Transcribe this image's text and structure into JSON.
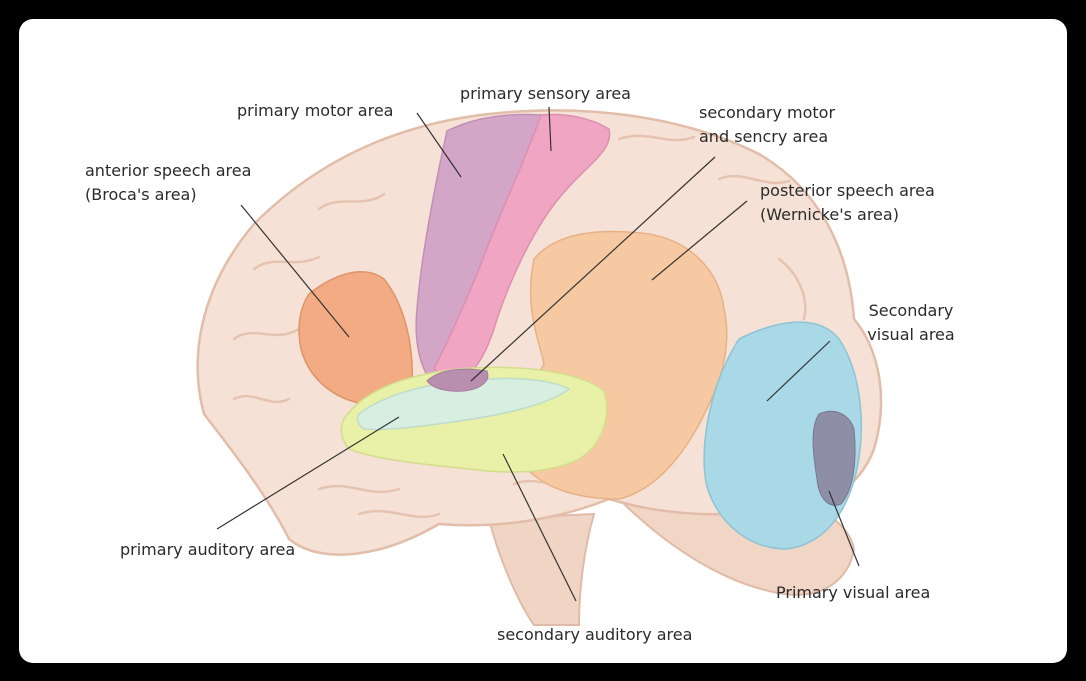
{
  "labels": {
    "primary_motor": "primary motor area",
    "primary_sensory": "primary sensory area",
    "secondary_motor_sensory": "secondary motor\n and sencry area",
    "broca": "anterior speech area\n(Broca's area)",
    "wernicke": "posterior speech area\n(Wernicke's area)",
    "secondary_visual": "Secondary\nvisual area",
    "primary_auditory": "primary auditory area",
    "secondary_auditory": "secondary auditory area",
    "primary_visual": "Primary visual area"
  },
  "colors": {
    "background": "#000000",
    "panel": "#ffffff",
    "cortex": "#f5e1d5",
    "cortex_shadow": "#e8c6b4",
    "primary_motor_area": "#d3a6c8",
    "primary_sensory_area": "#f0a6c3",
    "broca_area": "#f2ab82",
    "wernicke_area": "#f7c9a2",
    "primary_auditory_area": "#d7efe0",
    "secondary_auditory_area": "#e9f1a8",
    "secondary_visual_area": "#a9d8e6",
    "primary_visual_area": "#8e8ea6",
    "leader_line": "#333333"
  }
}
